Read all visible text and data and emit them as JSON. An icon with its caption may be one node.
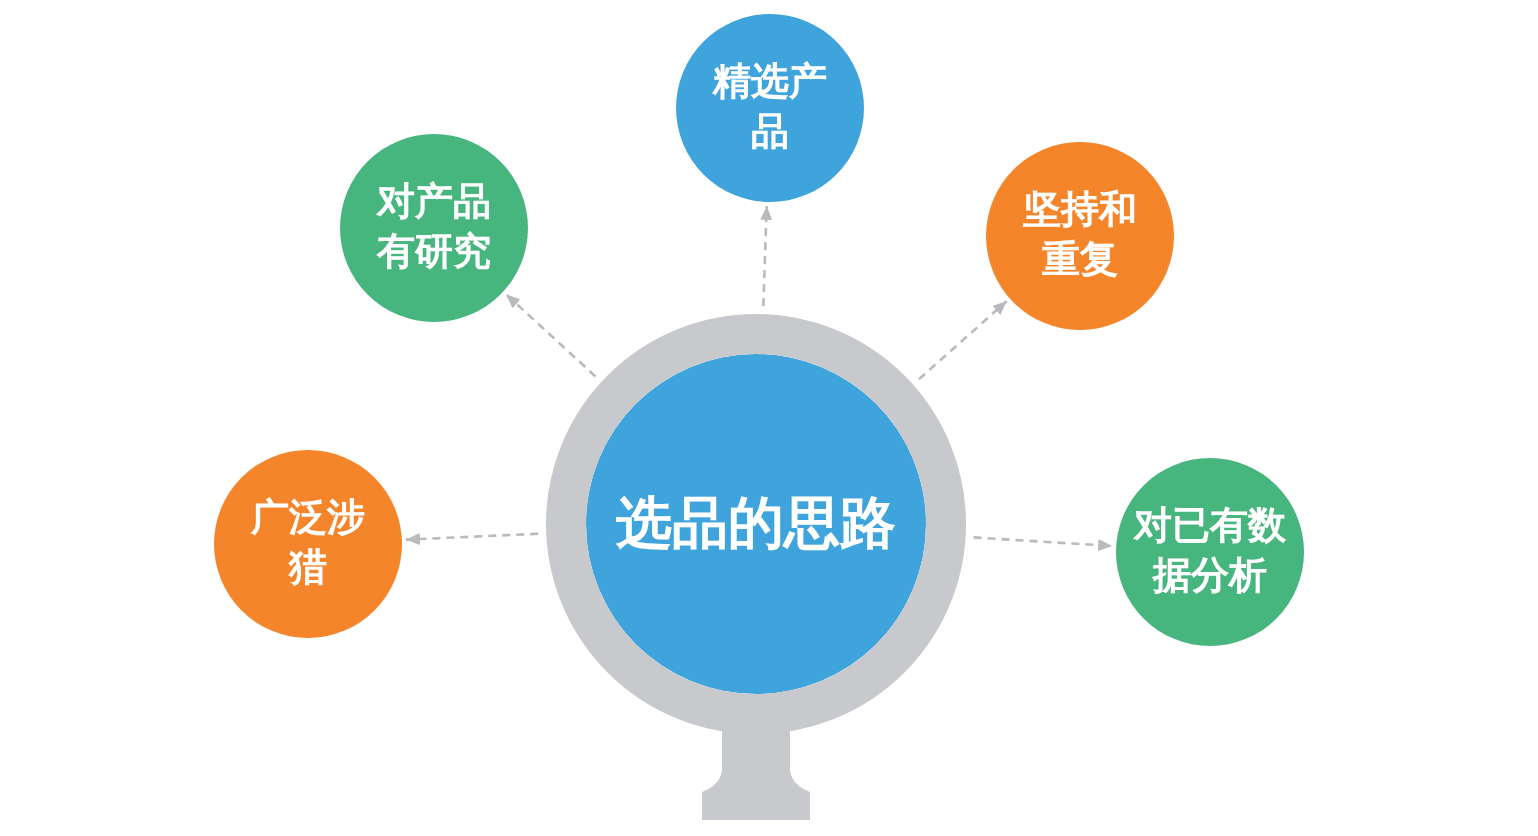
{
  "diagram": {
    "nodes": [
      {
        "text": [
          "选品的思路"
        ]
      },
      {
        "text": [
          "广泛涉猎"
        ]
      },
      {
        "text": [
          "对产品有研究"
        ]
      },
      {
        "text": [
          "精选产品"
        ]
      },
      {
        "text": [
          "坚持和重复"
        ]
      },
      {
        "text": [
          "对已有数据分析"
        ]
      }
    ],
    "edges": [
      {
        "from": 0,
        "to": 1,
        "arrow": "to",
        "style": "dashed"
      },
      {
        "from": 0,
        "to": 2,
        "arrow": "to",
        "style": "dashed"
      },
      {
        "from": 0,
        "to": 3,
        "arrow": "to",
        "style": "dashed"
      },
      {
        "from": 0,
        "to": 4,
        "arrow": "to",
        "style": "dashed"
      },
      {
        "from": 0,
        "to": 5,
        "arrow": "to",
        "style": "dashed"
      }
    ]
  }
}
